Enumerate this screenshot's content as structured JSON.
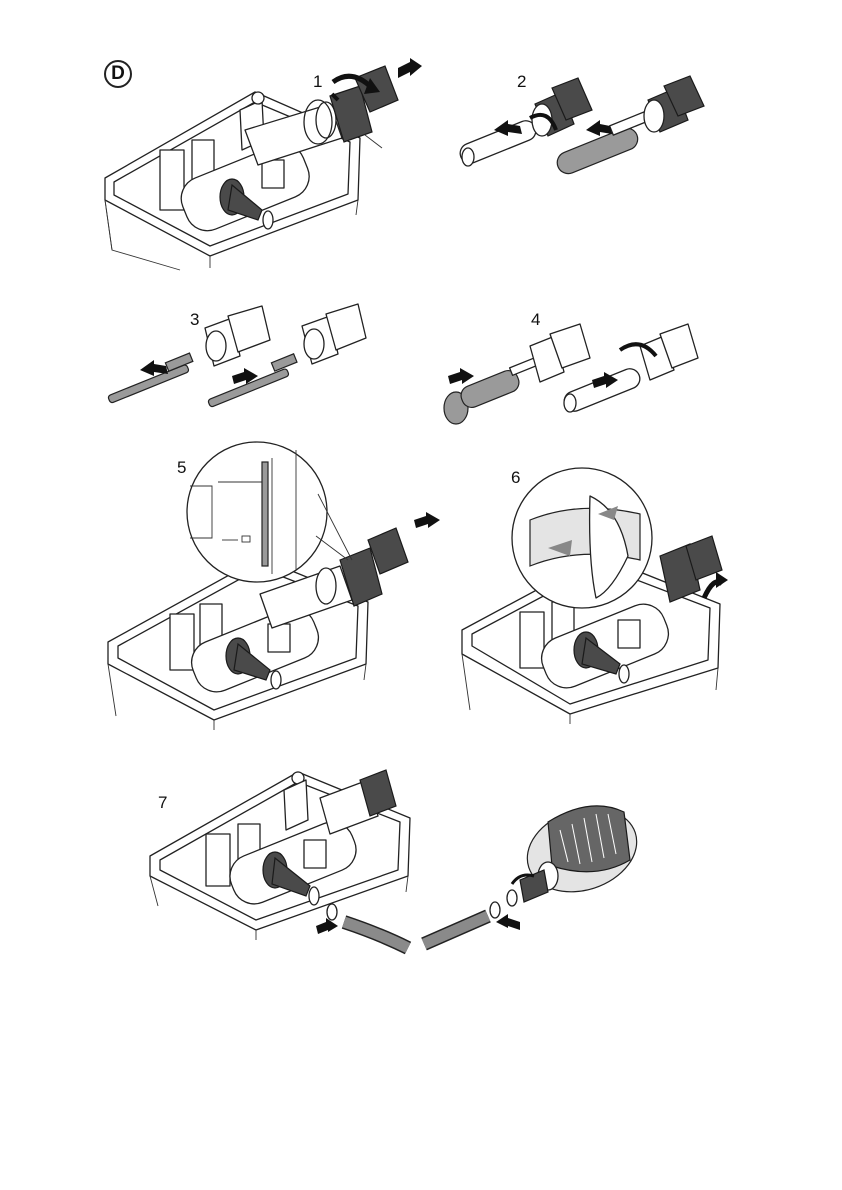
{
  "section": {
    "label": "D"
  },
  "steps": [
    {
      "number": "1"
    },
    {
      "number": "2"
    },
    {
      "number": "3"
    },
    {
      "number": "4"
    },
    {
      "number": "5"
    },
    {
      "number": "6"
    },
    {
      "number": "7"
    }
  ]
}
